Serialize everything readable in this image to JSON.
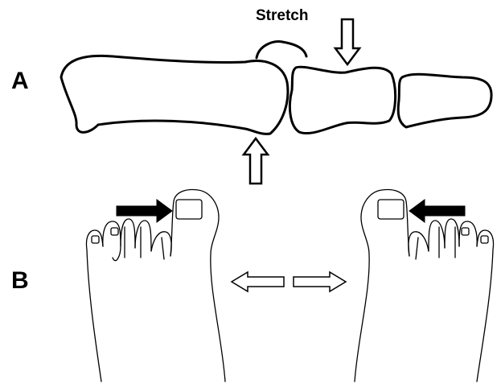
{
  "panels": {
    "a_label": "A",
    "b_label": "B"
  },
  "annotations": {
    "stretch": "Stretch"
  },
  "colors": {
    "line": "#000000",
    "fill": "#ffffff"
  },
  "icons": {
    "hollow_arrow": "hollow-arrow-icon",
    "solid_arrow": "solid-arrow-icon",
    "double_arrow": "double-arrow-icon"
  }
}
